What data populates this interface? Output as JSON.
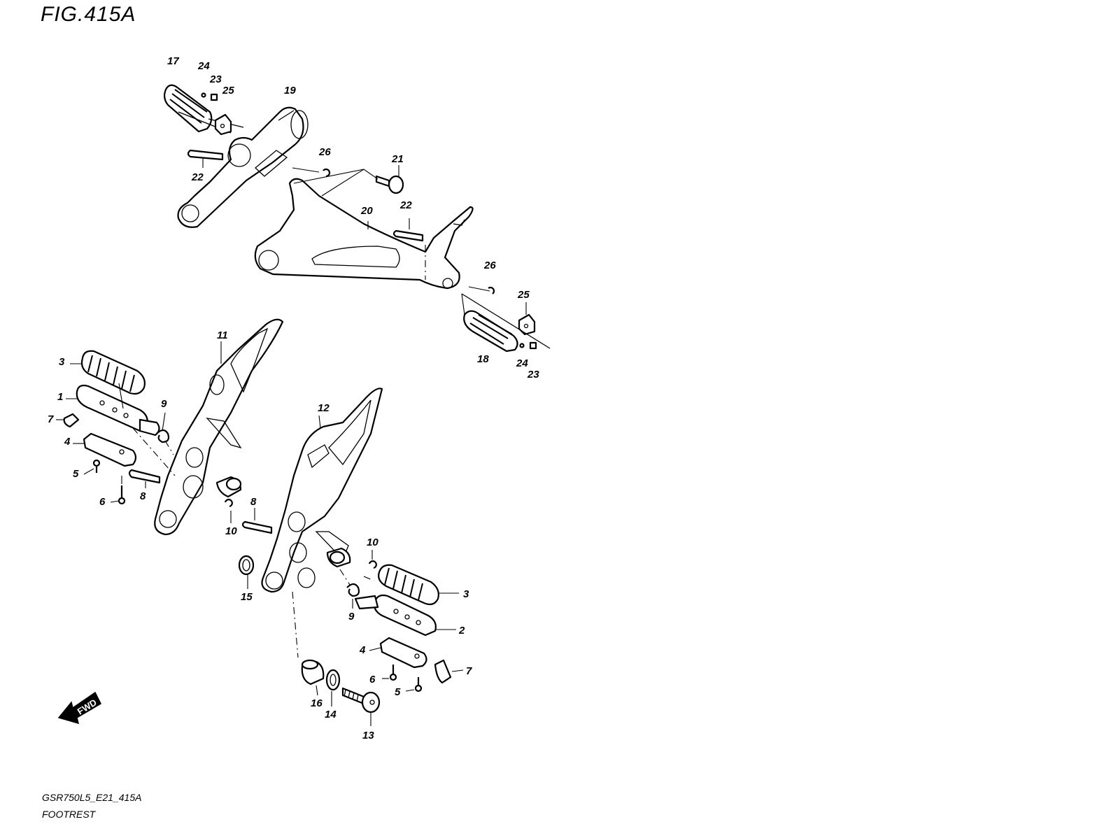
{
  "figure_title": "FIG.415A",
  "footer": {
    "diagram_code": "GSR750L5_E21_415A",
    "section_name": "FOOTREST"
  },
  "fwd_arrow_label": "FWD",
  "callouts": [
    {
      "id": "c17a",
      "text": "17"
    },
    {
      "id": "c24a",
      "text": "24"
    },
    {
      "id": "c23a",
      "text": "23"
    },
    {
      "id": "c25a",
      "text": "25"
    },
    {
      "id": "c19",
      "text": "19"
    },
    {
      "id": "c22a",
      "text": "22"
    },
    {
      "id": "c26a",
      "text": "26"
    },
    {
      "id": "c21",
      "text": "21"
    },
    {
      "id": "c22b",
      "text": "22"
    },
    {
      "id": "c20",
      "text": "20"
    },
    {
      "id": "c26b",
      "text": "26"
    },
    {
      "id": "c25b",
      "text": "25"
    },
    {
      "id": "c18",
      "text": "18"
    },
    {
      "id": "c24b",
      "text": "24"
    },
    {
      "id": "c23b",
      "text": "23"
    },
    {
      "id": "c11",
      "text": "11"
    },
    {
      "id": "c3a",
      "text": "3"
    },
    {
      "id": "c1",
      "text": "1"
    },
    {
      "id": "c9a",
      "text": "9"
    },
    {
      "id": "c7a",
      "text": "7"
    },
    {
      "id": "c4a",
      "text": "4"
    },
    {
      "id": "c5a",
      "text": "5"
    },
    {
      "id": "c8a",
      "text": "8"
    },
    {
      "id": "c6a",
      "text": "6"
    },
    {
      "id": "c10a",
      "text": "10"
    },
    {
      "id": "c12",
      "text": "12"
    },
    {
      "id": "c8b",
      "text": "8"
    },
    {
      "id": "c10b",
      "text": "10"
    },
    {
      "id": "c15",
      "text": "15"
    },
    {
      "id": "c3b",
      "text": "3"
    },
    {
      "id": "c9b",
      "text": "9"
    },
    {
      "id": "c2",
      "text": "2"
    },
    {
      "id": "c4b",
      "text": "4"
    },
    {
      "id": "c7b",
      "text": "7"
    },
    {
      "id": "c6b",
      "text": "6"
    },
    {
      "id": "c5b",
      "text": "5"
    },
    {
      "id": "c16",
      "text": "16"
    },
    {
      "id": "c14",
      "text": "14"
    },
    {
      "id": "c13",
      "text": "13"
    }
  ]
}
